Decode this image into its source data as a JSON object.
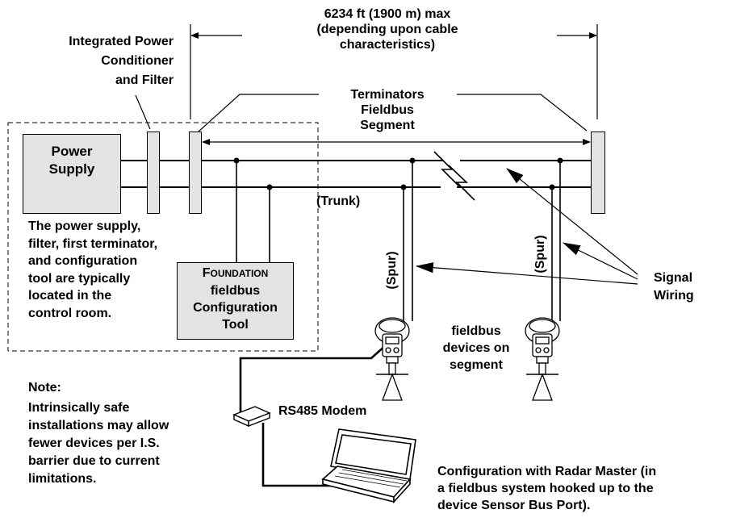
{
  "dimension": {
    "line1": "6234 ft (1900 m) max",
    "line2": "(depending upon cable",
    "line3": "characteristics)"
  },
  "power_conditioner": {
    "line1": "Integrated Power",
    "line2": "Conditioner",
    "line3": "and Filter"
  },
  "terminators": {
    "line1": "Terminators",
    "line2": "Fieldbus",
    "line3": "Segment"
  },
  "power_supply": {
    "line1": "Power",
    "line2": "Supply"
  },
  "trunk_label": "(Trunk)",
  "spur_label": "(Spur)",
  "control_room_note": {
    "line1": "The power supply,",
    "line2": "filter, first terminator,",
    "line3": "and configuration",
    "line4": "tool are typically",
    "line5": "located in the",
    "line6": "control room."
  },
  "config_tool": {
    "line1_first": "F",
    "line1_rest": "OUNDATION",
    "line2": "fieldbus",
    "line3": "Configuration",
    "line4": "Tool"
  },
  "signal_wiring": {
    "line1": "Signal",
    "line2": "Wiring"
  },
  "devices_label": {
    "line1": "fieldbus",
    "line2": "devices on",
    "line3": "segment"
  },
  "note": {
    "line1": "Note:",
    "line2": "Intrinsically safe",
    "line3": "installations may allow",
    "line4": "fewer devices per I.S.",
    "line5": "barrier due to current",
    "line6": "limitations."
  },
  "modem_label": "RS485 Modem",
  "radar_master": {
    "line1": "Configuration with Radar Master (in",
    "line2": "a fieldbus system hooked up to the",
    "line3": "device Sensor Bus Port)."
  },
  "colors": {
    "box_fill": "#e3e3e3",
    "line": "#000000"
  }
}
